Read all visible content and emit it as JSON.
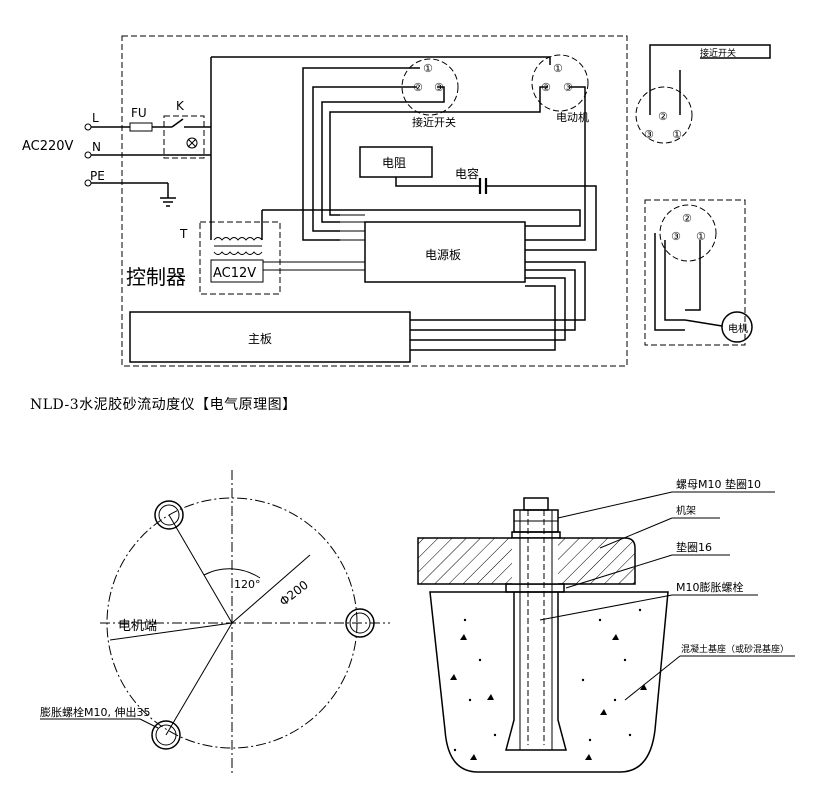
{
  "caption": "NLD-3水泥胶砂流动度仪【电气原理图】",
  "circuit": {
    "ac_label": "AC220V",
    "L": "L",
    "N": "N",
    "PE": "PE",
    "fuse": "FU",
    "switch": "K",
    "transformer": "T",
    "ac12": "AC12V",
    "controller": "控制器",
    "proximity_switch": "接近开关",
    "motor": "电动机",
    "resistor": "电阻",
    "capacitor": "电容",
    "power_board": "电源板",
    "main_board": "主板",
    "pin1": "①",
    "pin2": "②",
    "pin3": "③"
  },
  "side": {
    "prox_label": "接近开关",
    "motor_label": "电机"
  },
  "mount": {
    "motor_end": "电机端",
    "angle": "120°",
    "diameter": "Φ200",
    "bolt_note": "膨胀螺栓M10, 伸出35"
  },
  "section": {
    "nut": "螺母M10 垫圈10",
    "frame": "机架",
    "washer": "垫圈16",
    "bolt": "M10膨胀螺栓",
    "concrete": "混凝土基座（或砂混基座）"
  }
}
